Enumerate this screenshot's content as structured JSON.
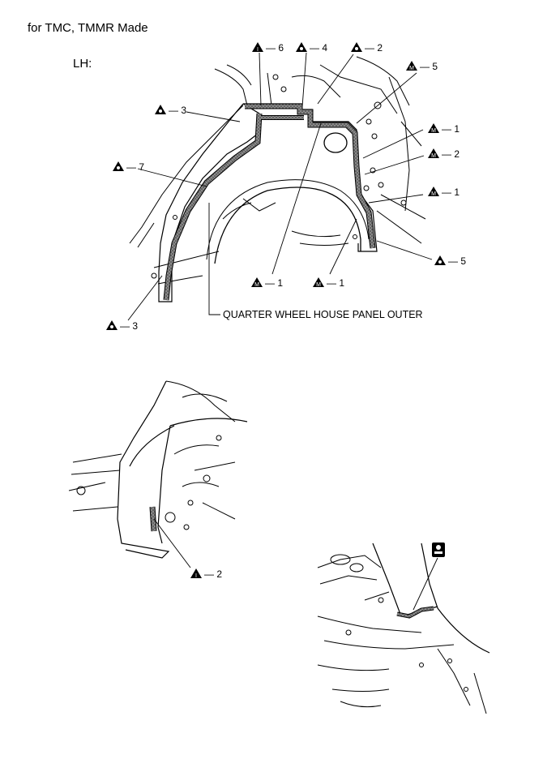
{
  "header": {
    "title": "for TMC, TMMR Made",
    "side": "LH:"
  },
  "labels": {
    "panel_outer": "QUARTER WHEEL HOUSE PANEL OUTER"
  },
  "callouts": [
    {
      "symbol": "I",
      "shape": "triangle",
      "number": "6"
    },
    {
      "symbol": "O",
      "shape": "triangle",
      "number": "4"
    },
    {
      "symbol": "O",
      "shape": "triangle",
      "number": "2"
    },
    {
      "symbol": "M",
      "shape": "triangle",
      "number": "5"
    },
    {
      "symbol": "O",
      "shape": "triangle",
      "number": "3"
    },
    {
      "symbol": "M",
      "shape": "triangle",
      "number": "1"
    },
    {
      "symbol": "M",
      "shape": "triangle",
      "number": "2"
    },
    {
      "symbol": "O",
      "shape": "triangle",
      "number": "7"
    },
    {
      "symbol": "M",
      "shape": "triangle",
      "number": "1"
    },
    {
      "symbol": "O",
      "shape": "triangle",
      "number": "5"
    },
    {
      "symbol": "M",
      "shape": "triangle",
      "number": "1"
    },
    {
      "symbol": "M",
      "shape": "triangle",
      "number": "1"
    },
    {
      "symbol": "O",
      "shape": "triangle",
      "number": "3"
    },
    {
      "symbol": "I",
      "shape": "triangle",
      "number": "2"
    }
  ],
  "colors": {
    "line": "#000000",
    "sealer": "#555555",
    "background": "#ffffff"
  },
  "icons": [
    "sealer-symbol-icon"
  ]
}
